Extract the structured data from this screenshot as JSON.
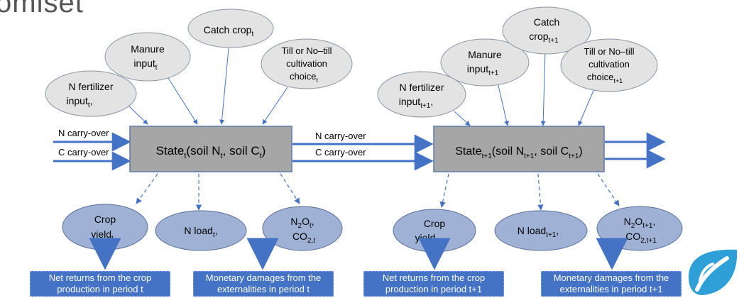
{
  "title": "omiset",
  "left": {
    "inputs": {
      "n_fert": [
        "N fertilizer",
        "input",
        "t",
        ","
      ],
      "manure": [
        "Manure",
        "input",
        "t"
      ],
      "catch": [
        "Catch crop",
        "t"
      ],
      "till": [
        "Till or No–till",
        "cultivation",
        "choice",
        "t"
      ]
    },
    "carry_in": {
      "n": "N carry-over",
      "c": "C carry-over"
    },
    "state": {
      "a": "State",
      "sub": "t",
      "b": "(soil N",
      "c": ", soil C",
      "d": ")"
    },
    "outputs": {
      "crop": [
        "Crop",
        "yield",
        "t"
      ],
      "nload": [
        "N load",
        "t",
        ","
      ],
      "ghg": {
        "n2o": "N",
        "n2o_sub": "2",
        "o": "O",
        "o_sub": "t",
        "comma": ",",
        "co2": "CO",
        "co2_sub": "2,t"
      }
    },
    "footers": {
      "returns": [
        "Net returns from the crop",
        "production in period t"
      ],
      "damages": [
        "Monetary damages from the",
        "externalities in period t"
      ]
    }
  },
  "mid": {
    "n": "N carry-over",
    "c": "C carry-over"
  },
  "right": {
    "inputs": {
      "n_fert": [
        "N fertilizer",
        "input",
        "t+1",
        ","
      ],
      "manure": [
        "Manure",
        "input",
        "t+1"
      ],
      "catch": [
        "Catch",
        "crop",
        "t+1"
      ],
      "till": [
        "Till or No–till",
        "cultivation",
        "choice",
        "t+1"
      ]
    },
    "state": {
      "a": "State",
      "sub": "t+1",
      "b": "(soil N",
      "c": ", soil C",
      "d": ")"
    },
    "outputs": {
      "crop": [
        "Crop",
        "yield",
        "t+1"
      ],
      "nload": [
        "N load",
        "t+1",
        ","
      ],
      "ghg": {
        "n2o": "N",
        "n2o_sub": "2",
        "o": "O",
        "o_sub": "t+1",
        "comma": ",",
        "co2": "CO",
        "co2_sub": "2,t+1"
      }
    },
    "footers": {
      "returns": [
        "Net returns from the crop",
        "production in period t+1"
      ],
      "damages": [
        "Monetary damages from the",
        "externalities in period t+1"
      ]
    }
  },
  "colors": {
    "input_fill": "#e3e3e3",
    "input_stroke": "#8b96a5",
    "state_fill": "#a6a6a6",
    "state_stroke": "#5b79a8",
    "output_fill": "#9fb1d4",
    "output_stroke": "#5a7099",
    "arrow": "#4472c4",
    "footer": "#4472c4"
  }
}
